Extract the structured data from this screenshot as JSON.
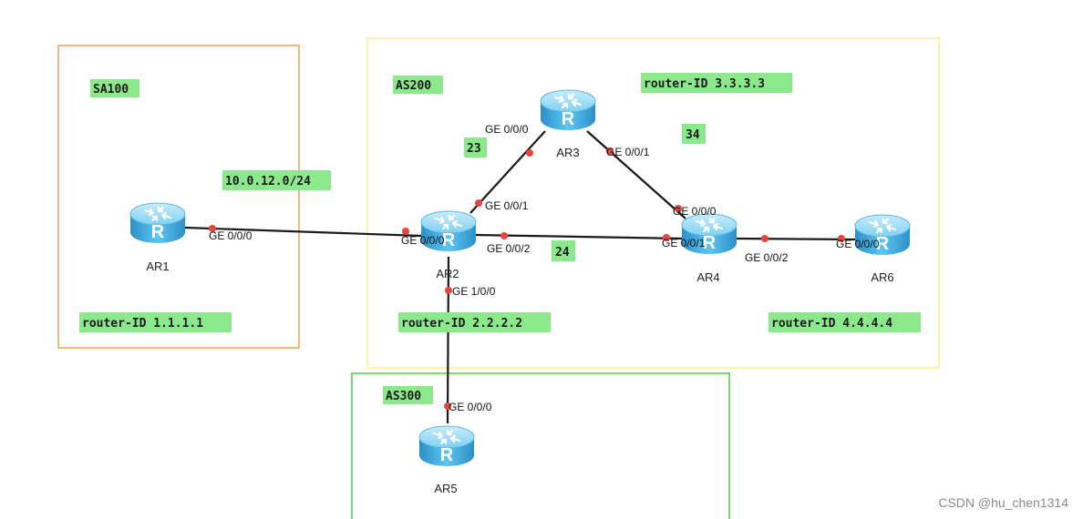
{
  "as_areas": {
    "sa100": {
      "name": "SA100",
      "router_id": "router-ID 1.1.1.1",
      "border_color": "#f0a050"
    },
    "as200": {
      "name": "AS200",
      "router_id_ar3": "router-ID 3.3.3.3",
      "router_id_ar2": "router-ID 2.2.2.2",
      "router_id_ar4": "router-ID 4.4.4.4",
      "border_color": "#f7f08a"
    },
    "as300": {
      "name": "AS300",
      "border_color": "#44d444"
    }
  },
  "network_labels": {
    "net_12": "10.0.12.0/24",
    "net_23": "23",
    "net_34": "34",
    "net_24": "24"
  },
  "routers": {
    "ar1": {
      "name": "AR1"
    },
    "ar2": {
      "name": "AR2"
    },
    "ar3": {
      "name": "AR3"
    },
    "ar4": {
      "name": "AR4"
    },
    "ar5": {
      "name": "AR5"
    },
    "ar6": {
      "name": "AR6"
    }
  },
  "interfaces": {
    "ar1_ge000": "GE 0/0/0",
    "ar2_ge000": "GE 0/0/0",
    "ar2_ge001": "GE 0/0/1",
    "ar2_ge002": "GE 0/0/2",
    "ar2_ge100": "GE 1/0/0",
    "ar3_ge000": "GE 0/0/0",
    "ar3_ge001": "GE 0/0/1",
    "ar4_ge000": "GE 0/0/0",
    "ar4_ge001": "GE 0/0/1",
    "ar4_ge002": "GE 0/0/2",
    "ar5_ge000": "GE 0/0/0",
    "ar6_ge000": "GE 0/0/0"
  },
  "colors": {
    "label_bg": "#8be88b",
    "link": "#1a1a1a",
    "port_dot": "#e8463c",
    "router_icon": "#4ab4e6"
  },
  "router_icon_name": "router-icon",
  "watermark": "CSDN @hu_chen1314"
}
